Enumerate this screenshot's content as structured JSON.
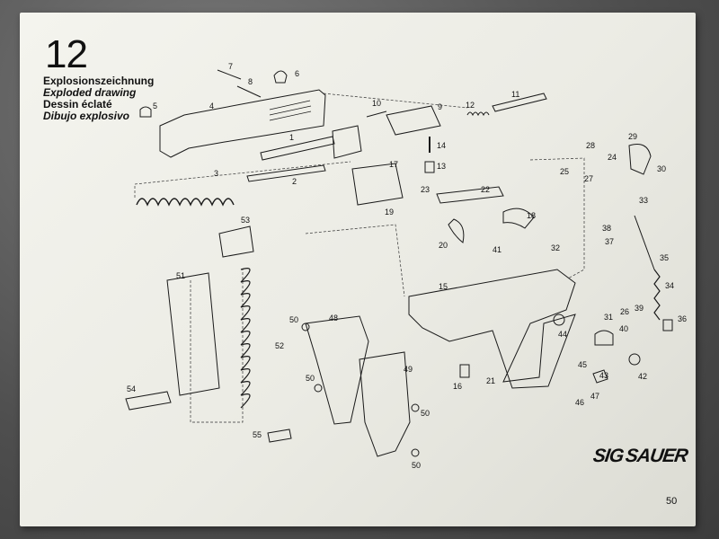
{
  "chapter_number": "12",
  "titles": {
    "german": "Explosionszeichnung",
    "english": "Exploded drawing",
    "french": "Dessin éclaté",
    "spanish": "Dibujo explosivo"
  },
  "part_numbers": [
    "1",
    "2",
    "3",
    "4",
    "5",
    "6",
    "7",
    "8",
    "9",
    "10",
    "11",
    "12",
    "13",
    "14",
    "15",
    "16",
    "17",
    "18",
    "19",
    "20",
    "21",
    "22",
    "23",
    "24",
    "25",
    "26",
    "27",
    "28",
    "29",
    "30",
    "31",
    "32",
    "33",
    "34",
    "35",
    "36",
    "37",
    "38",
    "39",
    "40",
    "41",
    "42",
    "43",
    "44",
    "45",
    "46",
    "47",
    "48",
    "49",
    "50",
    "51",
    "52",
    "53",
    "54",
    "55"
  ],
  "logo": {
    "sig": "SIG",
    "sauer": "SAUER"
  },
  "page_number": "50"
}
